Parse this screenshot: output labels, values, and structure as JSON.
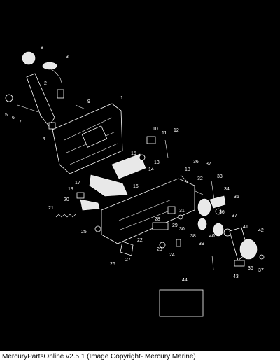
{
  "diagram": {
    "callouts": [
      "1",
      "2",
      "3",
      "4",
      "5",
      "6",
      "7",
      "8",
      "9",
      "10",
      "11",
      "12",
      "13",
      "14",
      "15",
      "16",
      "17",
      "18",
      "19",
      "20",
      "21",
      "22",
      "23",
      "24",
      "25",
      "26",
      "27",
      "28",
      "29",
      "30",
      "31",
      "32",
      "33",
      "34",
      "35",
      "36",
      "36",
      "36",
      "37",
      "37",
      "37",
      "38",
      "39",
      "40",
      "41",
      "42",
      "43",
      "44"
    ]
  },
  "footer": {
    "caption": "MercuryPartsOnline v2.5.1 (Image Copyright- Mercury Marine)"
  },
  "colors": {
    "background": "#000000",
    "linework": "#ffffff",
    "footer_background": "#ffffff",
    "footer_text": "#000000"
  }
}
